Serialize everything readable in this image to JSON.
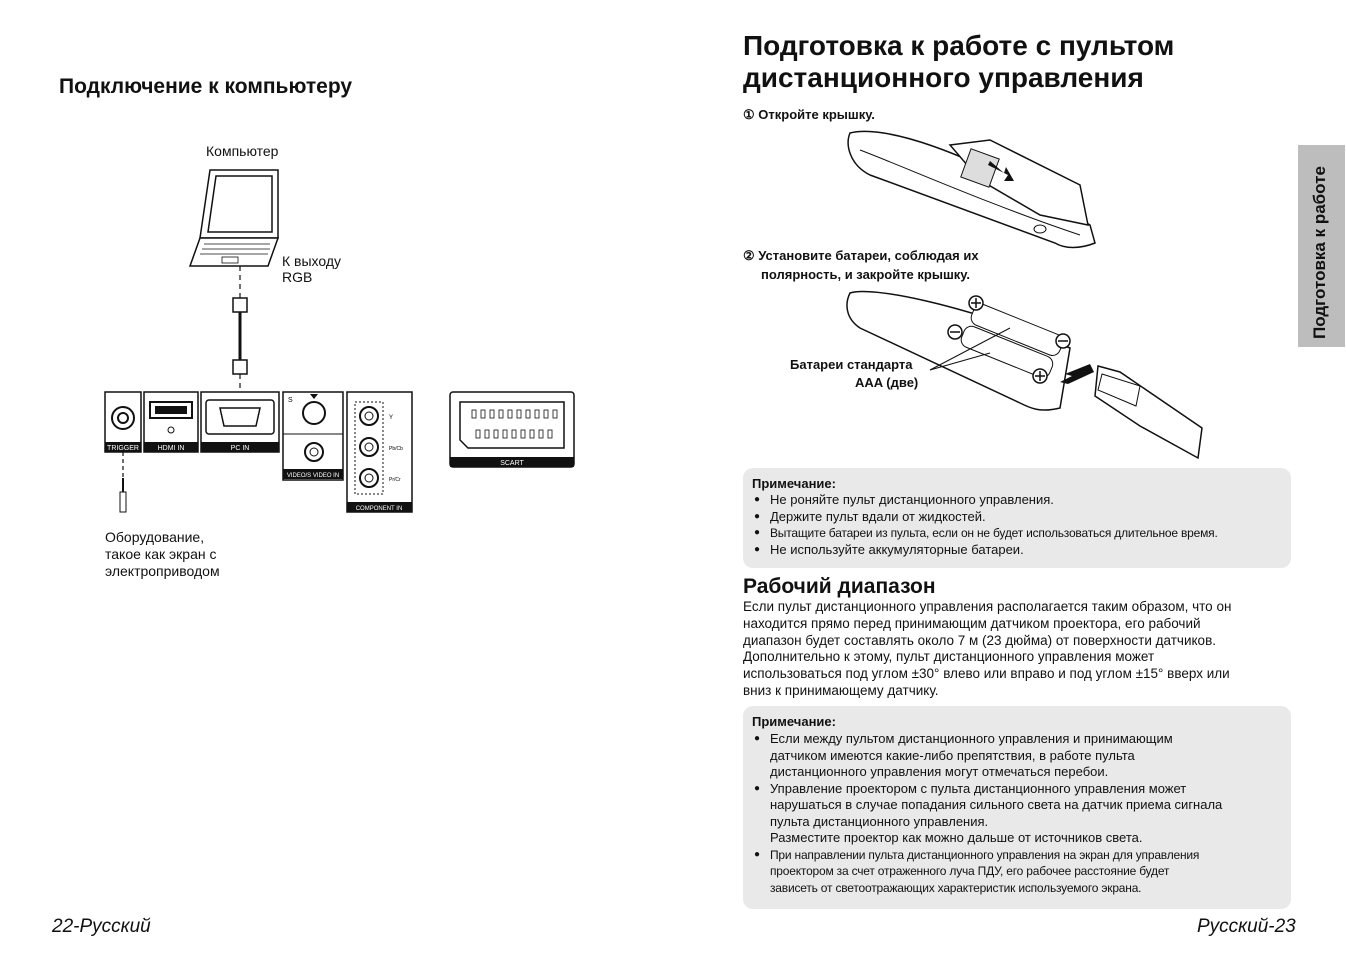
{
  "left": {
    "heading": "Подключение к компьютеру",
    "computer_label": "Компьютер",
    "rgb_label_1": "К выходу",
    "rgb_label_2": "RGB",
    "equipment_label_1": "Оборудование,",
    "equipment_label_2": "такое как экран с",
    "equipment_label_3": "электроприводом",
    "ports": {
      "trigger": "TRIGGER",
      "hdmi": "HDMI IN",
      "pc": "PC IN",
      "video": "VIDEO/S VIDEO IN",
      "s": "S",
      "y": "Y",
      "pb": "Pb/Cb",
      "pr": "Pr/Cr",
      "component": "COMPONENT IN",
      "scart": "SCART"
    },
    "footer": "22-Русский"
  },
  "right": {
    "title_line1": "Подготовка к работе с пультом",
    "title_line2": "дистанционного управления",
    "step1": "① Откройте крышку.",
    "step2_line1": "② Установите батареи, соблюдая их",
    "step2_line2": "полярность, и закройте крышку.",
    "battery_label_1": "Батареи стандарта",
    "battery_label_2": "AAA (две)",
    "note1": {
      "title": "Примечание:",
      "items": [
        "Не роняйте пульт дистанционного управления.",
        "Держите пульт вдали от жидкостей.",
        "Вытащите батареи из пульта, если он не будет использоваться длительное время.",
        "Не используйте аккумуляторные батареи."
      ]
    },
    "range_heading": "Рабочий диапазон",
    "range_text": [
      "Если пульт дистанционного управления располагается таким образом, что он",
      "находится прямо перед принимающим датчиком проектора, его рабочий",
      "диапазон будет составлять около 7 м (23 дюйма) от поверхности датчиков.",
      "Дополнительно к этому, пульт дистанционного управления может",
      "использоваться под углом ±30° влево или вправо и под углом ±15° вверх или",
      "вниз к принимающему датчику."
    ],
    "note2": {
      "title": "Примечание:",
      "item1": [
        "Если между пультом дистанционного управления и принимающим",
        "датчиком имеются какие-либо препятствия, в работе пульта",
        "дистанционного управления могут отмечаться перебои."
      ],
      "item2": [
        "Управление проектором с пульта дистанционного управления может",
        "нарушаться в случае попадания сильного света на датчик приема сигнала",
        "пульта дистанционного управления.",
        "Разместите проектор как можно дальше от источников света."
      ],
      "item3": [
        "При направлении пульта дистанционного управления на экран для управления",
        "проектором за счет отраженного луча ПДУ, его рабочее расстояние будет",
        "зависеть от светоотражающих характеристик используемого экрана."
      ]
    },
    "side_tab": "Подготовка к работе",
    "footer": "Русский-23"
  }
}
